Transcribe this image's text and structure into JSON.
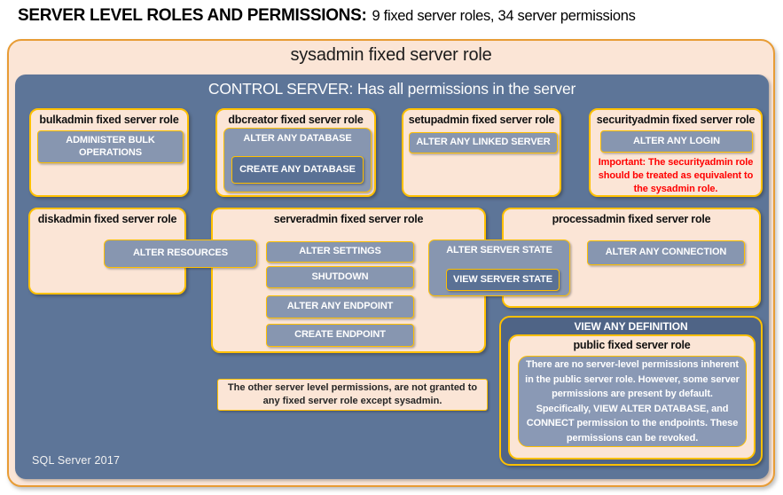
{
  "page": {
    "heading_bold": "SERVER LEVEL ROLES AND PERMISSIONS:",
    "heading_detail": "9 fixed server roles, 34 server permissions",
    "footer": "SQL Server 2017"
  },
  "sysadmin": {
    "title": "sysadmin fixed server role"
  },
  "control_server": {
    "title": "CONTROL SERVER: Has all permissions in the server"
  },
  "roles": {
    "bulkadmin": {
      "title": "bulkadmin fixed server role",
      "permission": "ADMINISTER BULK OPERATIONS"
    },
    "dbcreator": {
      "title": "dbcreator fixed server role",
      "permission_outer": "ALTER ANY DATABASE",
      "permission_inner": "CREATE ANY DATABASE"
    },
    "setupadmin": {
      "title": "setupadmin fixed server role",
      "permission": "ALTER ANY LINKED SERVER"
    },
    "securityadmin": {
      "title": "securityadmin fixed server role",
      "permission": "ALTER ANY LOGIN",
      "warning": "Important: The securityadmin role should be treated as equivalent to the sysadmin role."
    },
    "diskadmin": {
      "title": "diskadmin fixed server role",
      "permission": "ALTER RESOURCES"
    },
    "serveradmin": {
      "title": "serveradmin fixed server role",
      "permissions": [
        "ALTER SETTINGS",
        "SHUTDOWN",
        "ALTER ANY ENDPOINT",
        "CREATE ENDPOINT"
      ]
    },
    "processadmin": {
      "title": "processadmin fixed server role",
      "permission": "ALTER ANY CONNECTION"
    },
    "shared_state": {
      "permission_outer": "ALTER SERVER STATE",
      "permission_inner": "VIEW SERVER STATE"
    },
    "public": {
      "banner": "VIEW ANY DEFINITION",
      "title": "public fixed server role",
      "note": "There are no server-level permissions inherent in the public server role. However, some server permissions are present by default. Specifically, VIEW ALTER DATABASE, and CONNECT permission to the endpoints. These permissions can be revoked."
    }
  },
  "footnote": "The other server level permissions, are not granted to any fixed server role except sysadmin.",
  "colors": {
    "peach": "#FBE5D6",
    "slate_background": "#5D7598",
    "button_light": "#8796B0",
    "button_dark": "#5A7195",
    "definition_box": "#4F6486",
    "gold_border": "#FFC000",
    "outer_border": "#E89C35",
    "warning_red": "#FF0000"
  }
}
